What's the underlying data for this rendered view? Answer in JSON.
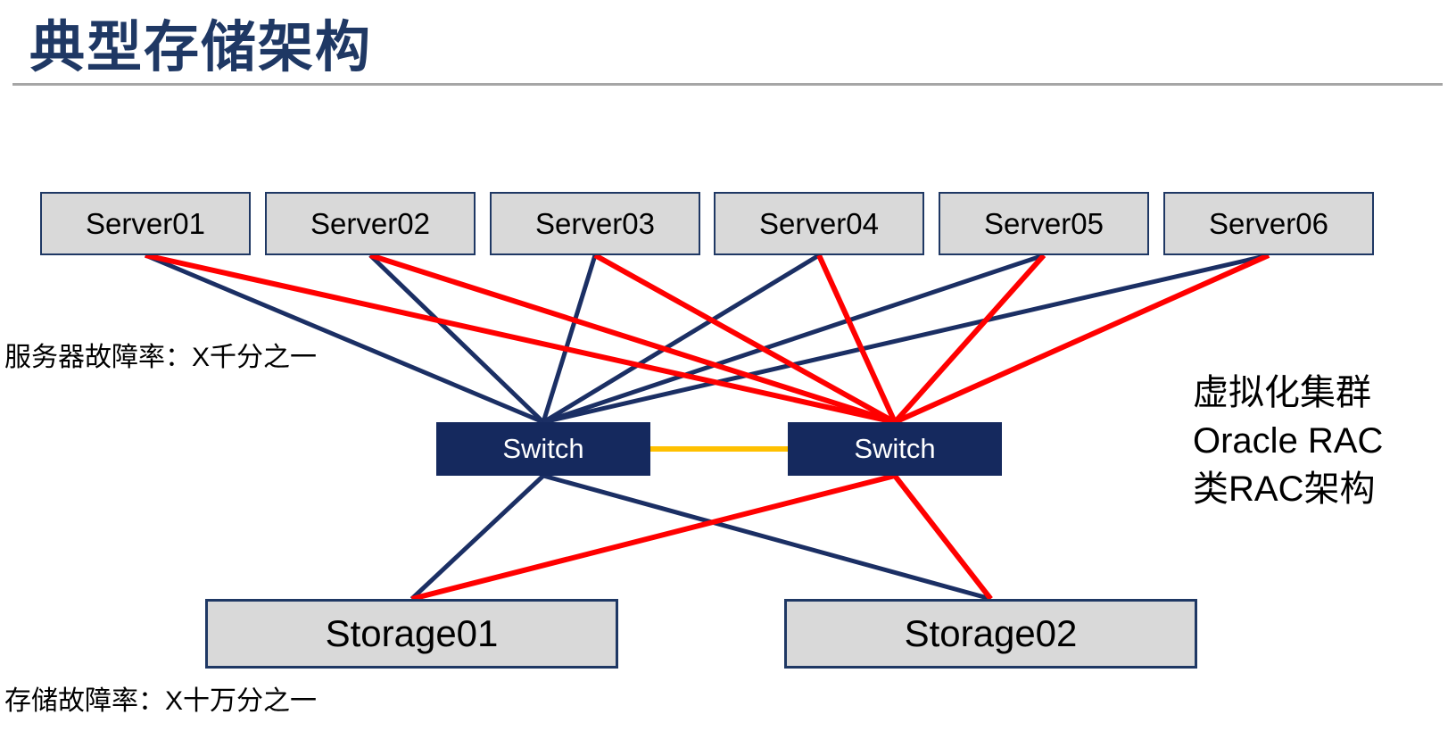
{
  "page": {
    "title": "典型存储架构"
  },
  "colors": {
    "navy": "#1B2F64",
    "red": "#FF0000",
    "yellow": "#FFC000",
    "box_fill": "#D9D9D9",
    "box_border": "#1F3864",
    "divider_gray": "#A6A6A6",
    "title_navy": "#1F3864"
  },
  "annotations": {
    "server_failure_rate": "服务器故障率：X千分之一",
    "storage_failure_rate": "存储故障率：X十万分之一",
    "cluster_note_line1": "虚拟化集群",
    "cluster_note_line2": "Oracle RAC",
    "cluster_note_line3": "类RAC架构"
  },
  "diagram": {
    "servers": [
      "Server01",
      "Server02",
      "Server03",
      "Server04",
      "Server05",
      "Server06"
    ],
    "switch_a": "Switch",
    "switch_b": "Switch",
    "storage_1": "Storage01",
    "storage_2": "Storage02",
    "edges": [
      {
        "from": "server-1",
        "from_anchor": "bottom",
        "to": "switch-a",
        "to_anchor": "top",
        "color": "navy",
        "width": 5
      },
      {
        "from": "server-2",
        "from_anchor": "bottom",
        "to": "switch-a",
        "to_anchor": "top",
        "color": "navy",
        "width": 5
      },
      {
        "from": "server-3",
        "from_anchor": "bottom",
        "to": "switch-a",
        "to_anchor": "top",
        "color": "navy",
        "width": 5
      },
      {
        "from": "server-4",
        "from_anchor": "bottom",
        "to": "switch-a",
        "to_anchor": "top",
        "color": "navy",
        "width": 5
      },
      {
        "from": "server-5",
        "from_anchor": "bottom",
        "to": "switch-a",
        "to_anchor": "top",
        "color": "navy",
        "width": 5
      },
      {
        "from": "server-6",
        "from_anchor": "bottom",
        "to": "switch-a",
        "to_anchor": "top",
        "color": "navy",
        "width": 5
      },
      {
        "from": "switch-a",
        "from_anchor": "bottom",
        "to": "storage-1",
        "to_anchor": "top",
        "color": "navy",
        "width": 5
      },
      {
        "from": "switch-a",
        "from_anchor": "bottom",
        "to": "storage-2",
        "to_anchor": "top",
        "color": "navy",
        "width": 5
      },
      {
        "from": "server-1",
        "from_anchor": "bottom",
        "to": "switch-b",
        "to_anchor": "top",
        "color": "red",
        "width": 6
      },
      {
        "from": "server-2",
        "from_anchor": "bottom",
        "to": "switch-b",
        "to_anchor": "top",
        "color": "red",
        "width": 6
      },
      {
        "from": "server-3",
        "from_anchor": "bottom",
        "to": "switch-b",
        "to_anchor": "top",
        "color": "red",
        "width": 6
      },
      {
        "from": "server-4",
        "from_anchor": "bottom",
        "to": "switch-b",
        "to_anchor": "top",
        "color": "red",
        "width": 6
      },
      {
        "from": "server-5",
        "from_anchor": "bottom",
        "to": "switch-b",
        "to_anchor": "top",
        "color": "red",
        "width": 6
      },
      {
        "from": "server-6",
        "from_anchor": "bottom",
        "to": "switch-b",
        "to_anchor": "top",
        "color": "red",
        "width": 6
      },
      {
        "from": "switch-b",
        "from_anchor": "bottom",
        "to": "storage-1",
        "to_anchor": "top",
        "color": "red",
        "width": 6
      },
      {
        "from": "switch-b",
        "from_anchor": "bottom",
        "to": "storage-2",
        "to_anchor": "top",
        "color": "red",
        "width": 6
      },
      {
        "from": "switch-a",
        "from_anchor": "right",
        "to": "switch-b",
        "to_anchor": "left",
        "color": "yellow",
        "width": 6
      }
    ]
  }
}
